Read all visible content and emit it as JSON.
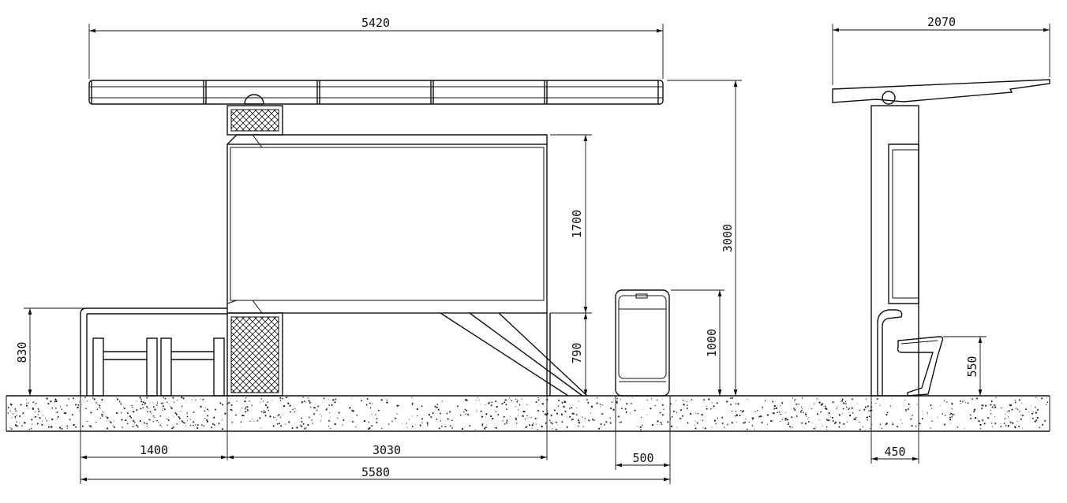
{
  "dimensions": {
    "total_width": "5420",
    "side_depth": "2070",
    "total_height": "3000",
    "panel_height": "1700",
    "panel_clearance": "790",
    "bin_height": "1000",
    "bench_height": "830",
    "side_seat_height": "550",
    "bench_length": "1400",
    "panel_length": "3030",
    "bin_width": "500",
    "overall_length": "5580",
    "post_width": "450"
  }
}
